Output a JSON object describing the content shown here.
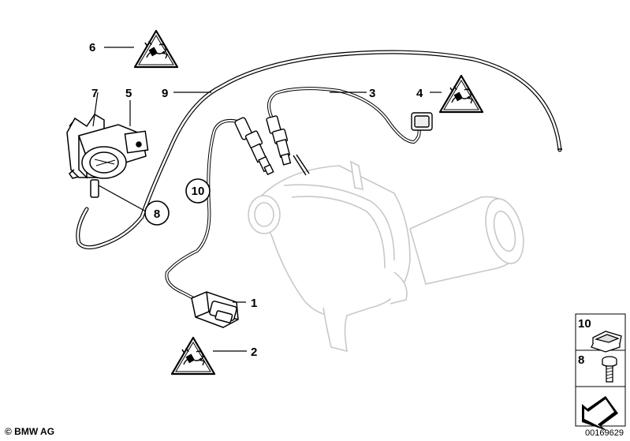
{
  "callouts": {
    "c1": "1",
    "c2": "2",
    "c3": "3",
    "c4": "4",
    "c5": "5",
    "c6": "6",
    "c7": "7",
    "c8": "8",
    "c9": "9",
    "c10": "10"
  },
  "inset": {
    "label_10": "10",
    "label_8": "8"
  },
  "footer": {
    "copyright": "© BMW AG",
    "doc_id": "00169629"
  },
  "icons": [
    "warning-triangle-plug-icon",
    "arrow-icon"
  ]
}
